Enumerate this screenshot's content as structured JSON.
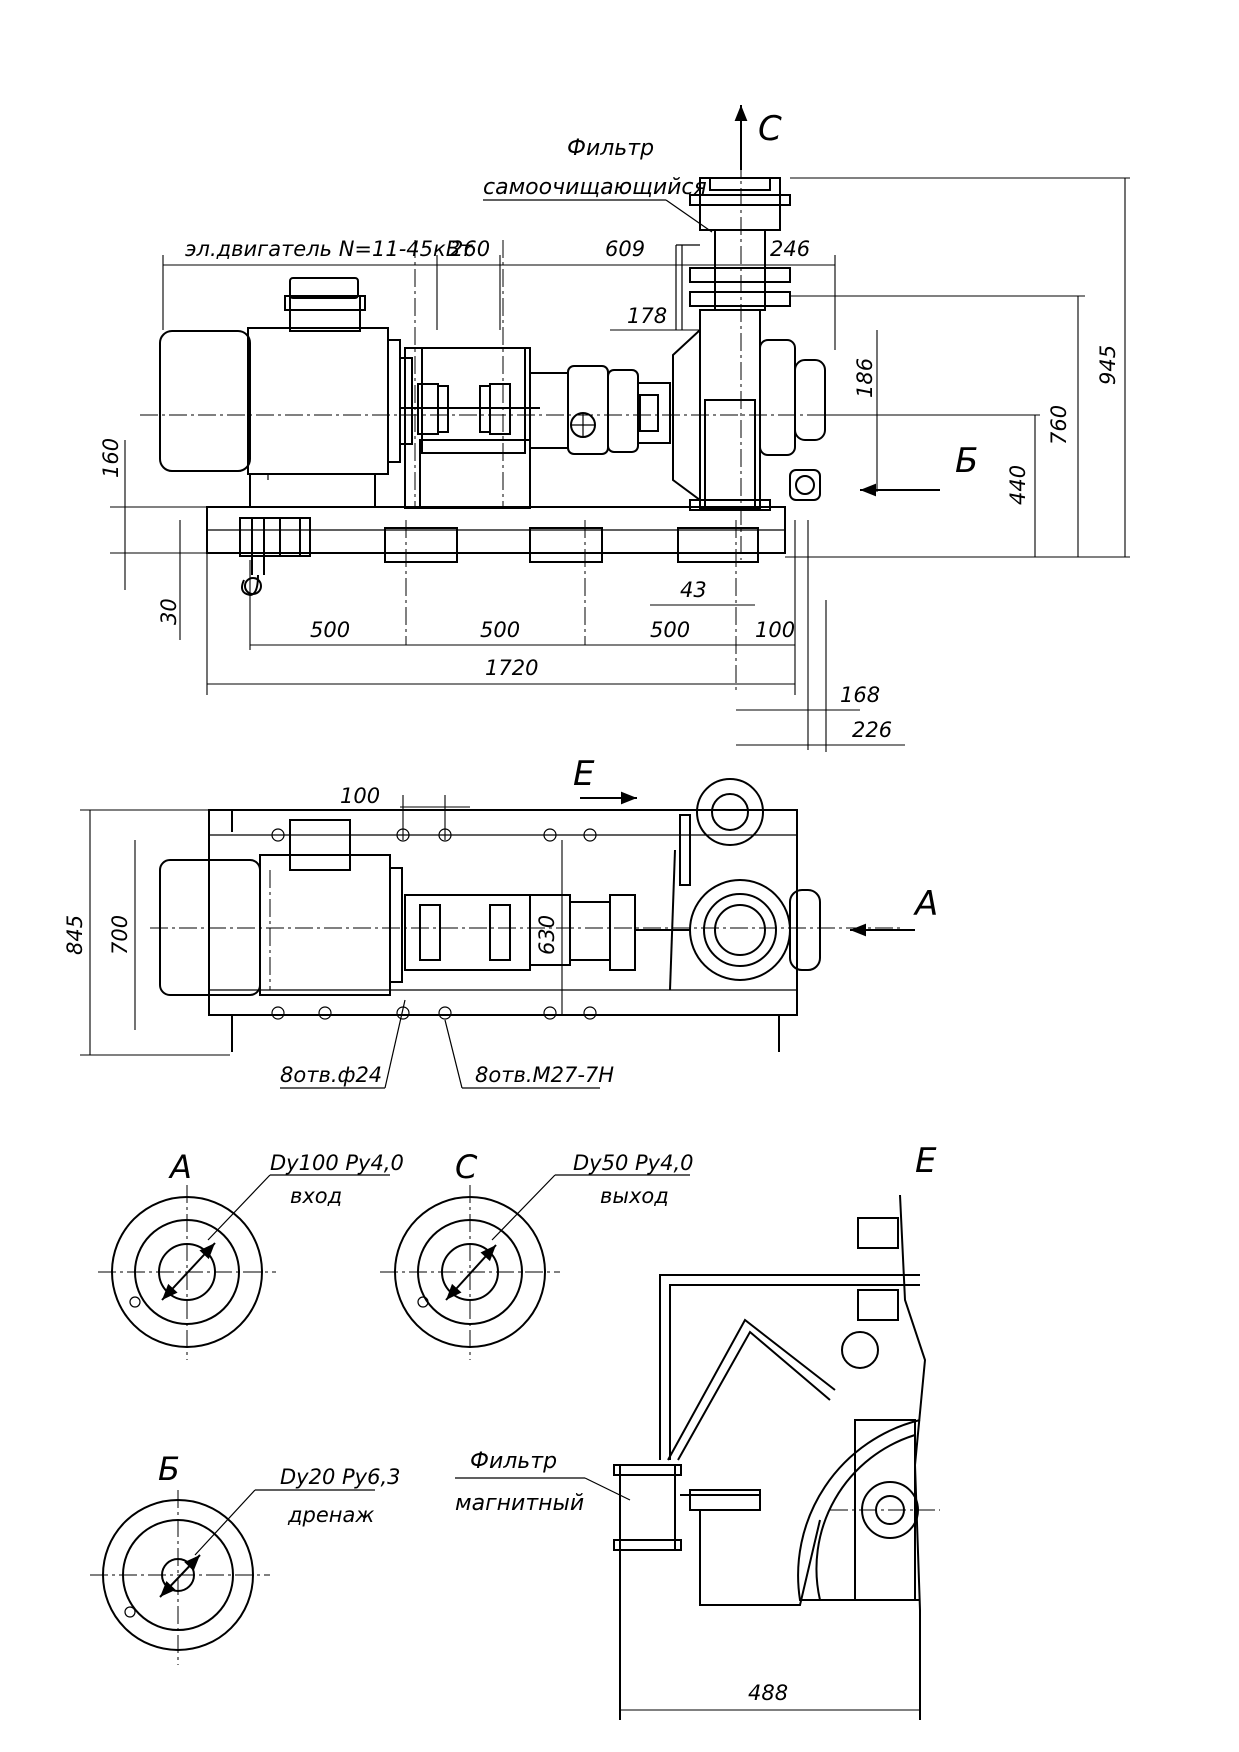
{
  "labels": {
    "filter_self": [
      "Фильтр",
      "самоочищающийся"
    ],
    "motor": "эл.двигатель N=11-45кВт",
    "section_c_arrow": "C",
    "section_b_arrow": "Б",
    "section_a_arrow": "A",
    "view_e_arrow": "E",
    "holes_24": "8отв.ф24",
    "holes_m27": "8отв.М27-7Н",
    "filter_mag": [
      "Фильтр",
      "магнитный"
    ]
  },
  "dims": {
    "d260": "260",
    "d609": "609",
    "d246": "246",
    "d178": "178",
    "d186": "186",
    "d945": "945",
    "d760": "760",
    "d440": "440",
    "d160": "160",
    "d30": "30",
    "d43": "43",
    "d500a": "500",
    "d500b": "500",
    "d500c": "500",
    "d100a": "100",
    "d1720": "1720",
    "d168": "168",
    "d226": "226",
    "d100b": "100",
    "d845": "845",
    "d700": "700",
    "d630": "630",
    "d488": "488"
  },
  "flanges": {
    "a": {
      "title": "A",
      "spec": "Dy100 Py4,0",
      "purpose": "вход"
    },
    "c": {
      "title": "C",
      "spec": "Dy50 Py4,0",
      "purpose": "выход"
    },
    "b": {
      "title": "Б",
      "spec": "Dy20 Py6,3",
      "purpose": "дренаж"
    },
    "e": {
      "title": "E"
    }
  }
}
